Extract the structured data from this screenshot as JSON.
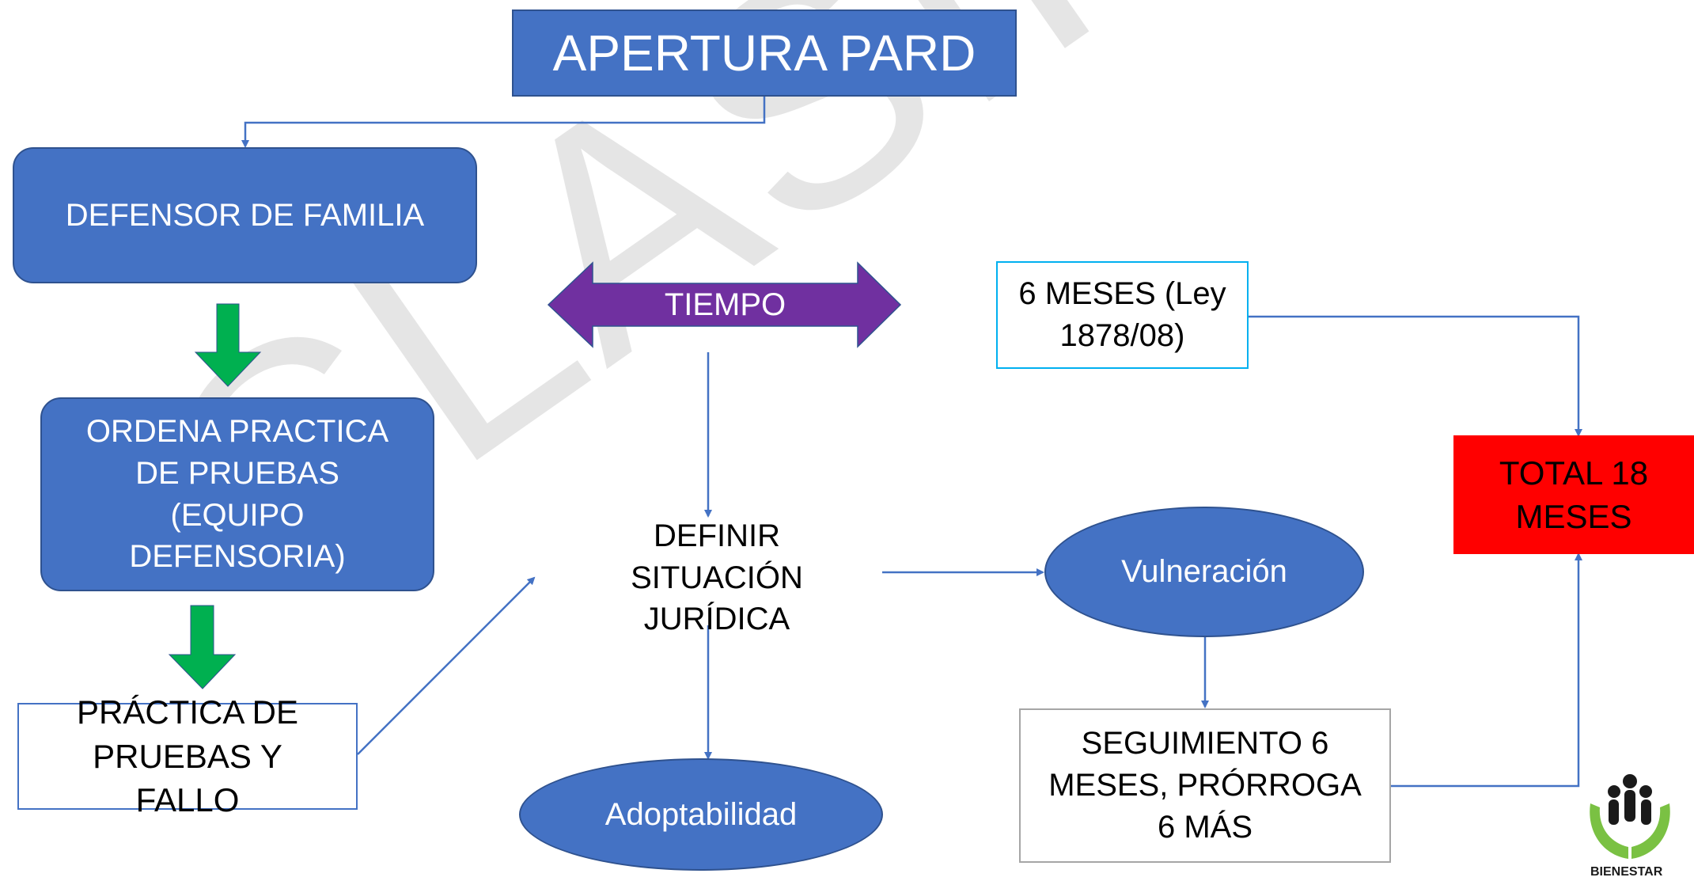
{
  "nodes": {
    "apertura": "APERTURA PARD",
    "defensor": "DEFENSOR DE FAMILIA",
    "ordena": "ORDENA PRACTICA DE PRUEBAS (EQUIPO DEFENSORIA)",
    "practica": "PRÁCTICA DE PRUEBAS Y FALLO",
    "tiempo": "TIEMPO",
    "definir": "DEFINIR SITUACIÓN JURÍDICA",
    "adoptabilidad": "Adoptabilidad",
    "seis_meses": "6 MESES (Ley 1878/08)",
    "vulneracion": "Vulneración",
    "seguimiento": "SEGUIMIENTO 6 MESES, PRÓRROGA 6 MÁS",
    "total": "TOTAL 18 MESES"
  },
  "watermark": "CLASIFICADA",
  "colors": {
    "box_blue": "#4472c4",
    "connector": "#4472c4",
    "down_arrow_green": "#00b050",
    "tiempo_purple": "#7030a0",
    "total_red": "#ff0000",
    "seis_meses_border": "#00b0f0"
  },
  "logo": {
    "name": "icbf-logo",
    "caption": "BIENESTAR"
  }
}
